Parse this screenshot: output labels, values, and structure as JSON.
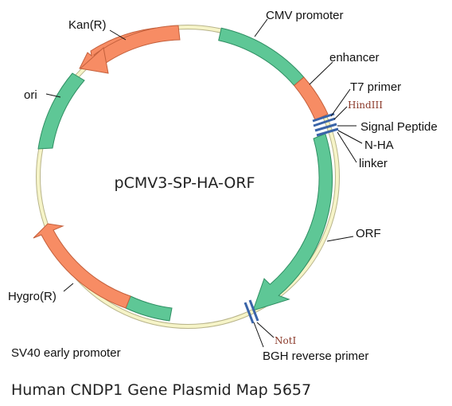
{
  "plasmid": {
    "name": "pCMV3-SP-HA-ORF",
    "caption": "Human CNDP1 Gene Plasmid Map 5657"
  },
  "features": {
    "cmv_promoter": "CMV promoter",
    "enhancer": "enhancer",
    "t7_primer": "T7 primer",
    "signal_peptide": "Signal Peptide",
    "n_ha": "N-HA",
    "linker": "linker",
    "orf": "ORF",
    "bgh_reverse_primer": "BGH reverse primer",
    "sv40_early_promoter": "SV40 early promoter",
    "hygro": "Hygro(R)",
    "ori": "ori",
    "kan": "Kan(R)"
  },
  "sites": {
    "hindiii": "HindIII",
    "noti": "NotI"
  },
  "colors": {
    "backbone": "#f6f4c8",
    "backbone_edge": "#b8b48a",
    "green": "#5ec796",
    "green_edge": "#2f8f63",
    "orange": "#f78c64",
    "orange_edge": "#c4603c",
    "site_marks": "#3a64a8"
  }
}
